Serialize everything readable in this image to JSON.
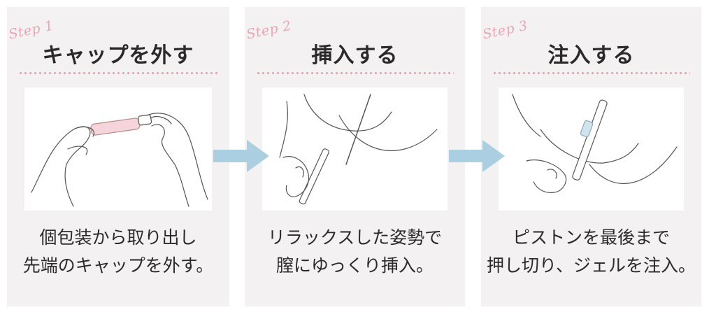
{
  "colors": {
    "panel_bg": "#f4f1f3",
    "accent_pink": "#e7a7b6",
    "arrow_blue": "#a9cfe0",
    "text": "#2a2a2a"
  },
  "steps": [
    {
      "step_label": "Step 1",
      "title": "キャップを外す",
      "desc_lines": [
        "個包装から取り出し",
        "先端のキャップを外す。"
      ]
    },
    {
      "step_label": "Step 2",
      "title": "挿入する",
      "desc_lines": [
        "リラックスした姿勢で",
        "膣にゆっくり挿入。"
      ]
    },
    {
      "step_label": "Step 3",
      "title": "注入する",
      "desc_lines": [
        "ピストンを最後まで",
        "押し切り、ジェルを注入。"
      ]
    }
  ],
  "arrows": [
    "arrow-right-icon",
    "arrow-right-icon"
  ]
}
